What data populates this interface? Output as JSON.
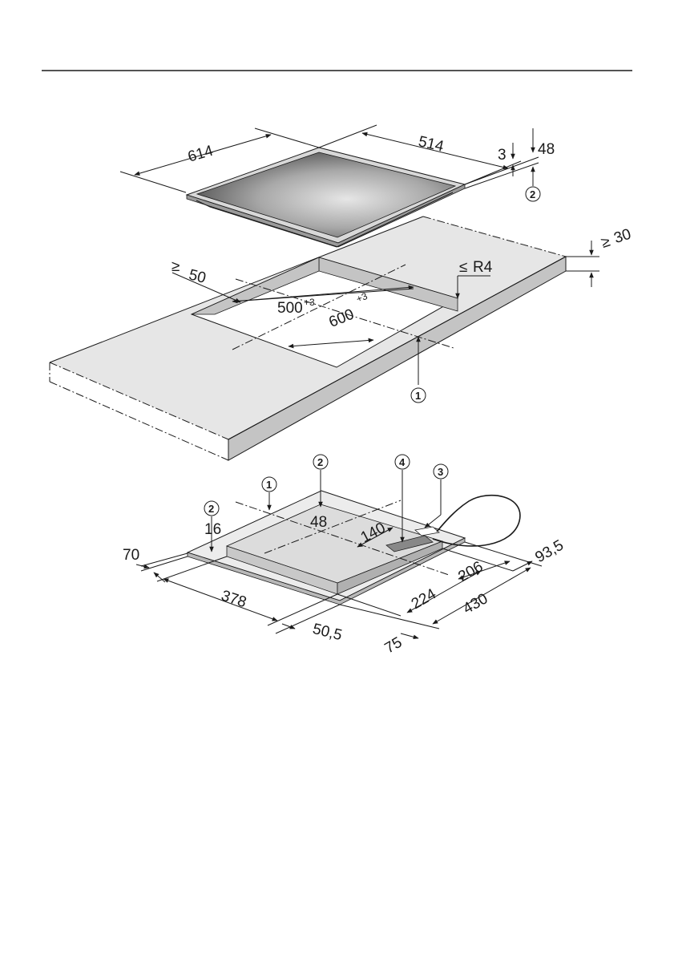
{
  "hob": {
    "dims": {
      "depth": "614",
      "width": "514",
      "rim": "3",
      "height": "48"
    },
    "callouts": {
      "c2": "2"
    }
  },
  "worktop": {
    "dims": {
      "min_thickness_sym": "≥",
      "min_thickness": "30",
      "min_front_sym": "≥",
      "min_front": "50",
      "radius_sym": "≤",
      "radius": "R4",
      "cut_depth": "500",
      "cut_depth_tol": "+3",
      "cut_width": "600",
      "cut_width_tol": "+3"
    },
    "callouts": {
      "c1": "1"
    }
  },
  "underside": {
    "dims": {
      "h16": "16",
      "h48": "48",
      "d70": "70",
      "d378": "378",
      "d50_5": "50,5",
      "d140": "140",
      "d224": "224",
      "d206": "206",
      "d93_5": "93,5",
      "d430": "430",
      "d75": "75"
    },
    "callouts": {
      "c1": "1",
      "c2a": "2",
      "c2b": "2",
      "c3": "3",
      "c4": "4"
    }
  },
  "colors": {
    "line": "#1a1a1a",
    "worktop": "#e6e6e6",
    "worktop_edge": "#c4c4c4",
    "hob_frame": "#d8d8d8",
    "hob_glass_dark": "#3a3a3a",
    "hob_glass_light": "#d0d0d0"
  }
}
